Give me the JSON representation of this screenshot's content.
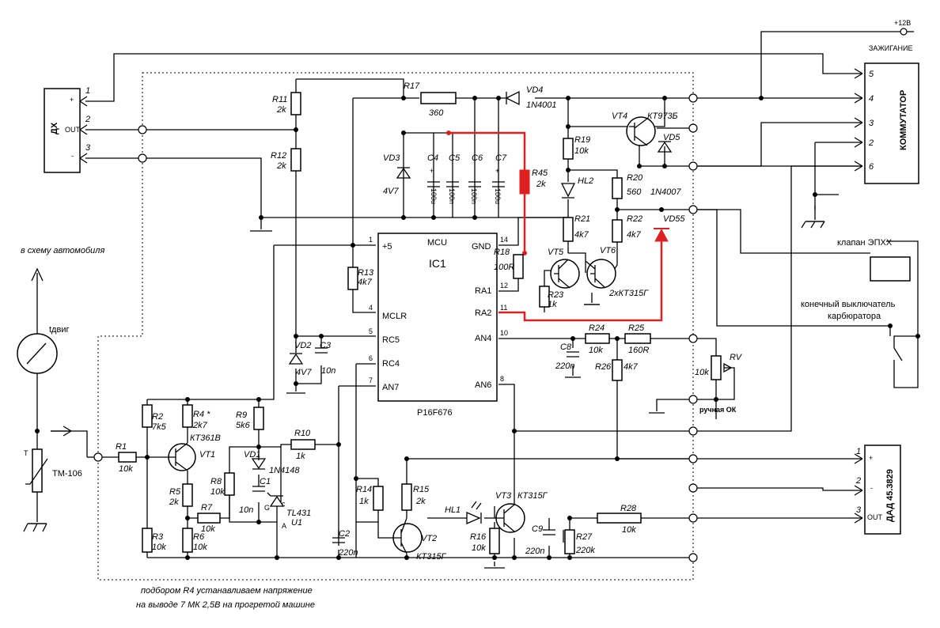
{
  "power": {
    "plus12": "+12В",
    "ignition": "ЗАЖИГАНИЕ"
  },
  "dx": {
    "name": "ДХ",
    "pins": [
      "1",
      "2",
      "3"
    ],
    "pin_labels": [
      "+",
      "OUT",
      "-"
    ]
  },
  "mcu": {
    "name": "IC1",
    "type": "MCU",
    "part": "P16F676",
    "left_pins": [
      {
        "num": "1",
        "name": "+5"
      },
      {
        "num": "4",
        "name": "MCLR"
      },
      {
        "num": "5",
        "name": "RC5"
      },
      {
        "num": "6",
        "name": "RC4"
      },
      {
        "num": "7",
        "name": "AN7"
      }
    ],
    "right_pins": [
      {
        "num": "14",
        "name": "GND"
      },
      {
        "num": "12",
        "name": "RA1"
      },
      {
        "num": "11",
        "name": "RA2"
      },
      {
        "num": "10",
        "name": "AN4"
      },
      {
        "num": "8",
        "name": "AN6"
      }
    ]
  },
  "parts": {
    "R1": {
      "name": "R1",
      "value": "10k"
    },
    "R2": {
      "name": "R2",
      "value": "7k5"
    },
    "R3": {
      "name": "R3",
      "value": "10k"
    },
    "R4": {
      "name": "R4 *",
      "value": "2k7"
    },
    "R5": {
      "name": "R5",
      "value": "2k"
    },
    "R6": {
      "name": "R6",
      "value": "10k"
    },
    "R7": {
      "name": "R7",
      "value": "10k"
    },
    "R8": {
      "name": "R8",
      "value": "10k"
    },
    "R9": {
      "name": "R9",
      "value": "5k6"
    },
    "R10": {
      "name": "R10",
      "value": "1k"
    },
    "R11": {
      "name": "R11",
      "value": "2k"
    },
    "R12": {
      "name": "R12",
      "value": "2k"
    },
    "R13": {
      "name": "R13",
      "value": "4k7"
    },
    "R14": {
      "name": "R14",
      "value": "1k"
    },
    "R15": {
      "name": "R15",
      "value": "2k"
    },
    "R16": {
      "name": "R16",
      "value": "10k"
    },
    "R17": {
      "name": "R17",
      "value": "360"
    },
    "R18": {
      "name": "R18",
      "value": "100R"
    },
    "R19": {
      "name": "R19",
      "value": "10k"
    },
    "R20": {
      "name": "R20",
      "value": "560"
    },
    "R21": {
      "name": "R21",
      "value": "4k7"
    },
    "R22": {
      "name": "R22",
      "value": "4k7"
    },
    "R23": {
      "name": "R23",
      "value": "1k"
    },
    "R24": {
      "name": "R24",
      "value": "10k"
    },
    "R25": {
      "name": "R25",
      "value": "160R"
    },
    "R26": {
      "name": "R26",
      "value": "4k7"
    },
    "R27": {
      "name": "R27",
      "value": "220k"
    },
    "R28": {
      "name": "R28",
      "value": "10k"
    },
    "R45": {
      "name": "R45",
      "value": "2k"
    },
    "RV": {
      "name": "RV",
      "value": "10k"
    },
    "C1": {
      "name": "C1",
      "value": "10n"
    },
    "C2": {
      "name": "C2",
      "value": "220n"
    },
    "C3": {
      "name": "C3",
      "value": "10n"
    },
    "C4": {
      "name": "C4",
      "value": "100u"
    },
    "C5": {
      "name": "C5",
      "value": "100n"
    },
    "C6": {
      "name": "C6",
      "value": "100n"
    },
    "C7": {
      "name": "C7",
      "value": "100u"
    },
    "C8": {
      "name": "C8",
      "value": "220n"
    },
    "C9": {
      "name": "C9",
      "value": "220n"
    },
    "VD1": {
      "name": "VD1",
      "value": "1N4148"
    },
    "VD2": {
      "name": "VD2",
      "value": "4V7"
    },
    "VD3": {
      "name": "VD3",
      "value": "4V7"
    },
    "VD4": {
      "name": "VD4",
      "value": "1N4001"
    },
    "VD5": {
      "name": "VD5",
      "value": "1N4007"
    },
    "VD55": {
      "name": "VD55",
      "value": ""
    },
    "HL1": {
      "name": "HL1",
      "value": ""
    },
    "HL2": {
      "name": "HL2",
      "value": ""
    },
    "VT1": {
      "name": "VT1",
      "value": "КТ361В"
    },
    "VT2": {
      "name": "VT2",
      "value": "КТ315Г"
    },
    "VT3": {
      "name": "VT3",
      "value": "КТ315Г"
    },
    "VT4": {
      "name": "VT4",
      "value": "КТ973Б"
    },
    "VT5": {
      "name": "VT5",
      "value": ""
    },
    "VT6": {
      "name": "VT6",
      "value": "2хКТ315Г"
    },
    "U1": {
      "name": "U1",
      "value": "TL431"
    }
  },
  "pins_misc": {
    "plus": "+",
    "c": "c",
    "g": "G",
    "a": "A",
    "t": "T"
  },
  "commutator": {
    "name": "КОММУТАТОР",
    "pins": [
      "5",
      "4",
      "3",
      "2",
      "6"
    ]
  },
  "dad": {
    "name": "ДАД 45.3829",
    "pins": [
      "1",
      "2",
      "3"
    ],
    "pin_labels": [
      "+",
      "-",
      "OUT"
    ]
  },
  "labels": {
    "to_car": "в схему автомобиля",
    "t_engine": "tдвиг",
    "tm106": "ТМ-106",
    "valve": "клапан ЭПХХ",
    "switch_line1": "конечный выключатель",
    "switch_line2": "карбюратора",
    "manual": "ручная ОК",
    "note_line1": "подбором R4 устанавливаем напряжение",
    "note_line2": "на выводе 7 МК 2,5В на прогретой машине"
  }
}
